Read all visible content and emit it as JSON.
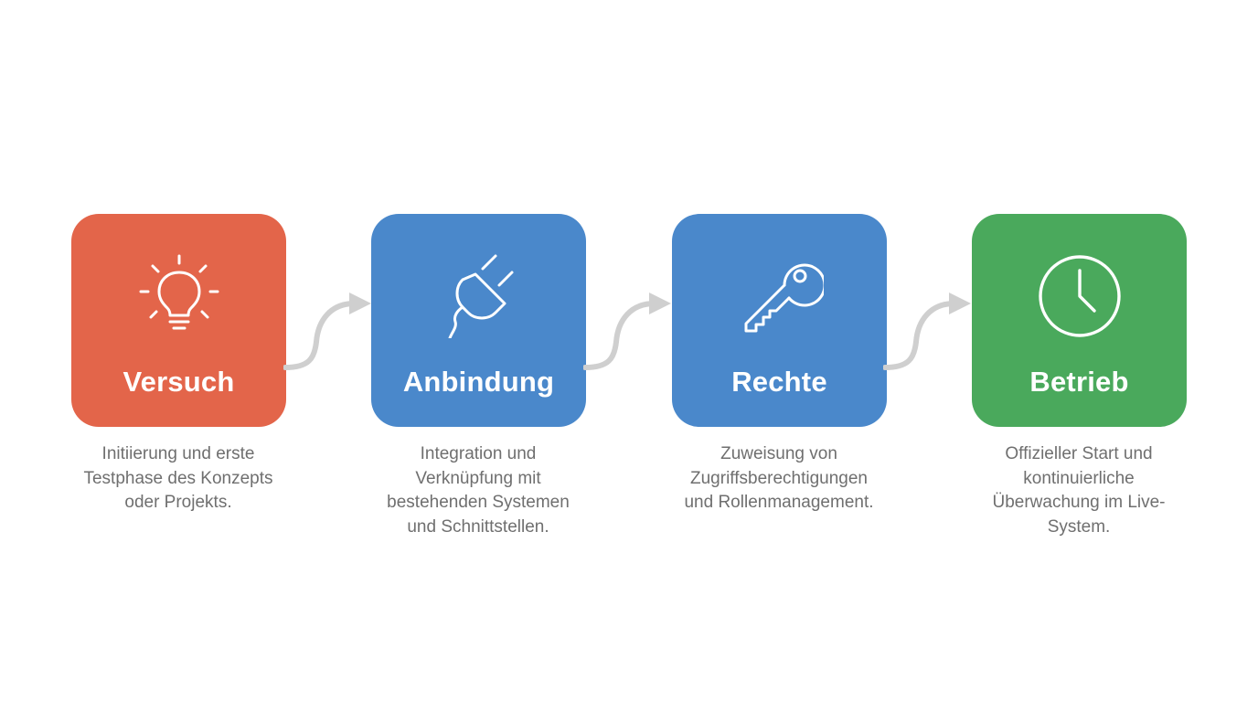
{
  "colors": {
    "step1": "#e3654a",
    "step2": "#4a88cb",
    "step3": "#4a88cb",
    "step4": "#4aa95c",
    "connector": "#cfcfcf",
    "description_text": "#6f6f6f"
  },
  "steps": [
    {
      "title": "Versuch",
      "icon": "lightbulb-icon",
      "description": [
        "Initiierung und erste",
        "Testphase des Konzepts",
        "oder Projekts."
      ]
    },
    {
      "title": "Anbindung",
      "icon": "plug-icon",
      "description": [
        "Integration und",
        "Verknüpfung mit",
        "bestehenden Systemen",
        "und Schnittstellen."
      ]
    },
    {
      "title": "Rechte",
      "icon": "key-icon",
      "description": [
        "Zuweisung von",
        "Zugriffsberechtigungen",
        "und Rollenmanagement."
      ]
    },
    {
      "title": "Betrieb",
      "icon": "clock-icon",
      "description": [
        "Offizieller Start und",
        "kontinuierliche",
        "Überwachung im Live-",
        "System."
      ]
    }
  ]
}
